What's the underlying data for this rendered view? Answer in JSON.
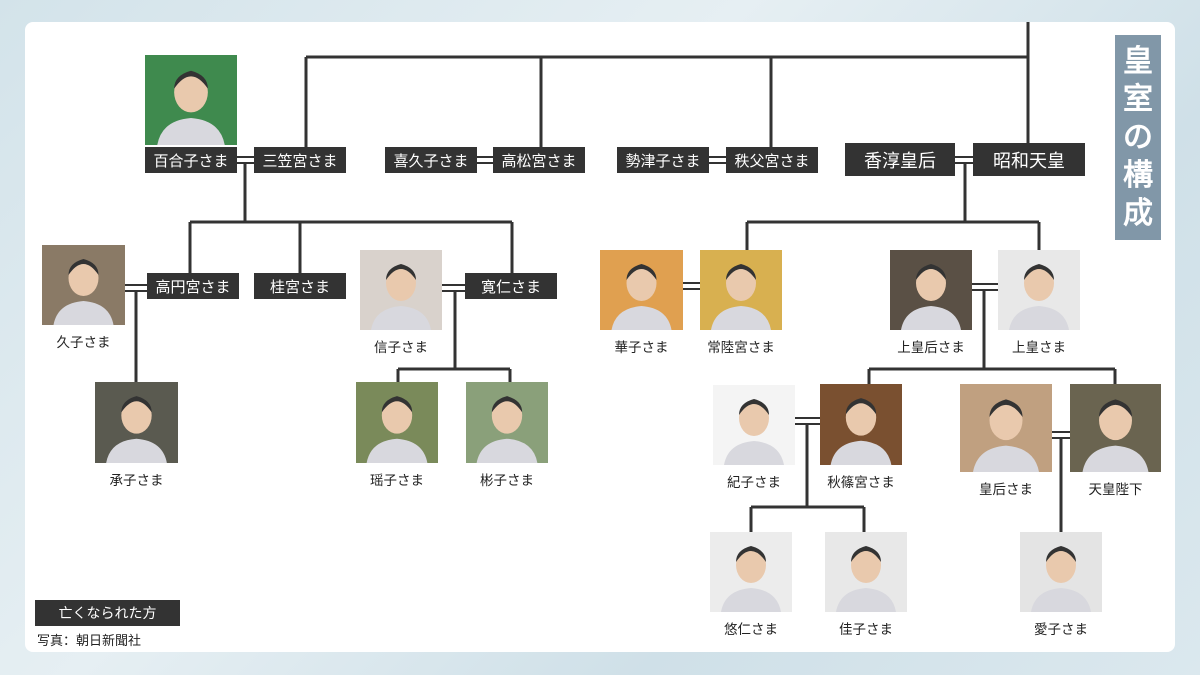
{
  "title_chars": [
    "皇",
    "室",
    "の",
    "構",
    "成"
  ],
  "title": "皇室の構成",
  "boxes": {
    "yuriko": "百合子さま",
    "mikasa": "三笠宮さま",
    "kikuko": "喜久子さま",
    "takamatsu": "高松宮さま",
    "setsuko": "勢津子さま",
    "chichibu": "秩父宮さま",
    "kojun": "香淳皇后",
    "showa": "昭和天皇",
    "takamado": "高円宮さま",
    "katsura": "桂宮さま",
    "tomohito": "寛仁さま"
  },
  "people": {
    "hisako": "久子さま",
    "tsuguko": "承子さま",
    "nobuko": "信子さま",
    "yoko": "瑶子さま",
    "akiko": "彬子さま",
    "hanako": "華子さま",
    "hitachi": "常陸宮さま",
    "joukougou": "上皇后さま",
    "joukou": "上皇さま",
    "kiko": "紀子さま",
    "akishino": "秋篠宮さま",
    "kougou": "皇后さま",
    "tennou": "天皇陛下",
    "hisahito": "悠仁さま",
    "kako": "佳子さま",
    "aiko": "愛子さま"
  },
  "legend": "亡くなられた方",
  "credit": "写真：朝日新聞社",
  "colors": {
    "deceased_box": "#333333",
    "title_bg": "#8197a8",
    "line": "#333333"
  }
}
